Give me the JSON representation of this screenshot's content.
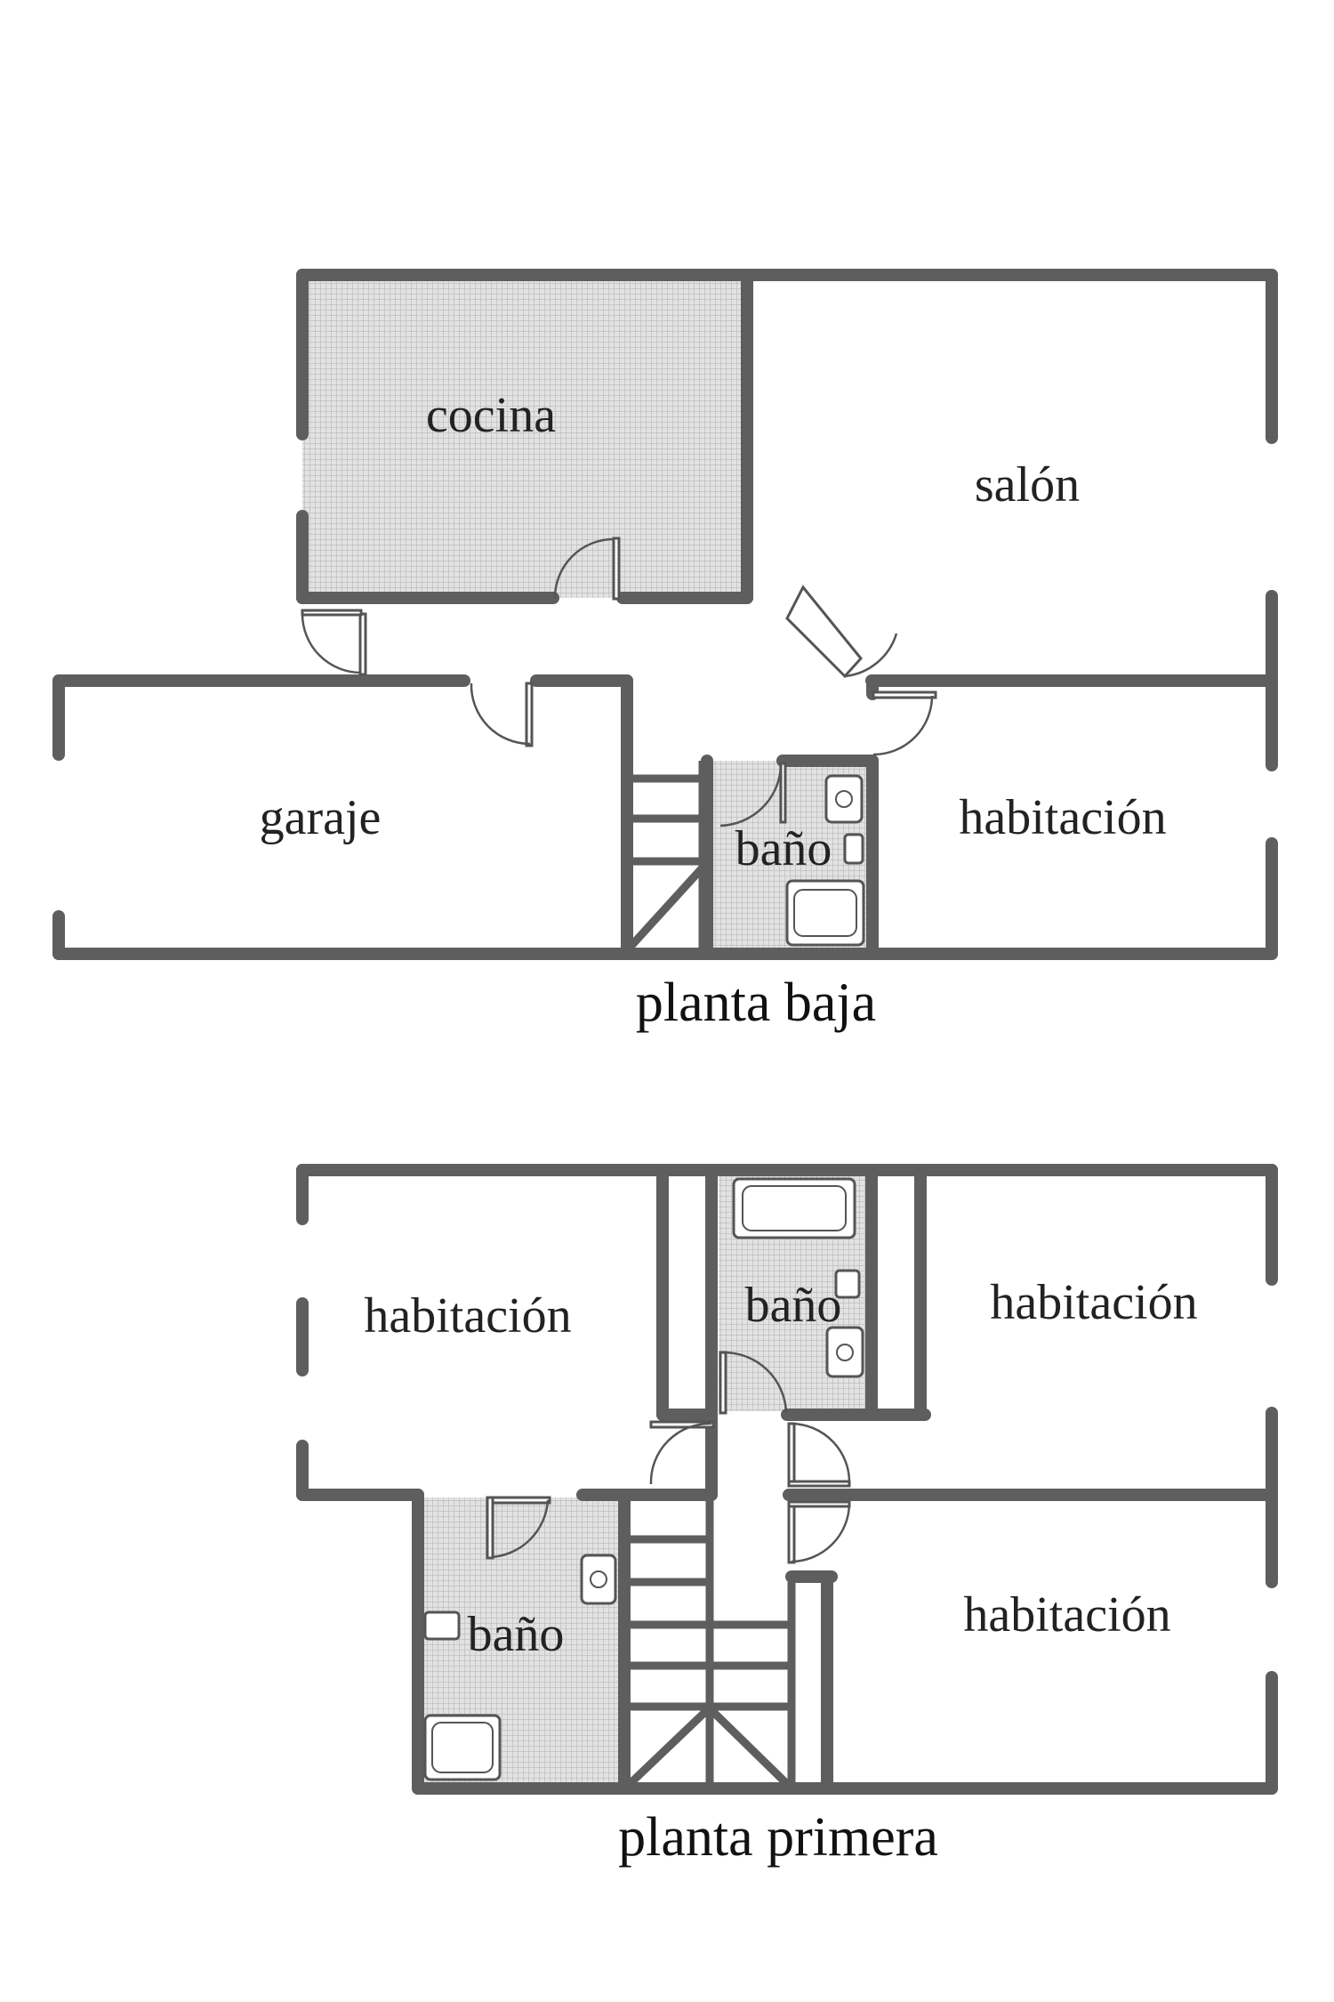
{
  "colors": {
    "wall": "#5e5e5e",
    "tile_fill": "#d6d6d6",
    "background": "#ffffff",
    "text": "#222222"
  },
  "ground_floor": {
    "title": "planta baja",
    "rooms": {
      "kitchen": "cocina",
      "living_room": "salón",
      "garage": "garaje",
      "bathroom": "baño",
      "bedroom": "habitación"
    }
  },
  "first_floor": {
    "title": "planta primera",
    "rooms": {
      "bedroom_left": "habitación",
      "bathroom_top": "baño",
      "bedroom_right_top": "habitación",
      "bathroom_bottom": "baño",
      "bedroom_right_bottom": "habitación"
    }
  }
}
